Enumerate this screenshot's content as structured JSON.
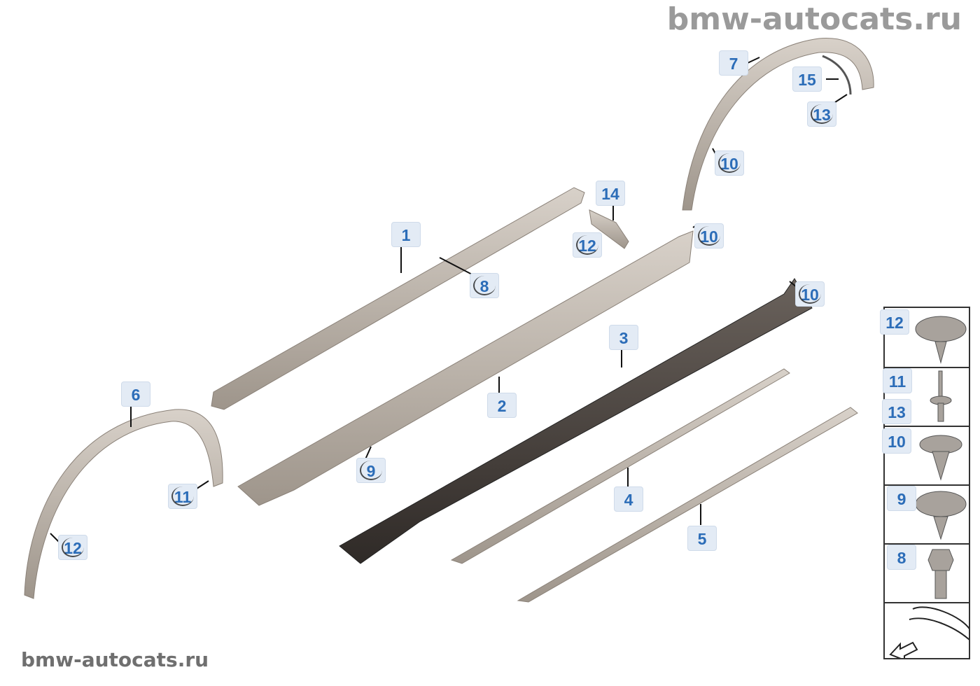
{
  "watermark_top": "bmw-autocats.ru",
  "watermark_bottom": "bmw-autocats.ru",
  "callouts": [
    "7",
    "15",
    "13",
    "10",
    "14",
    "1",
    "12",
    "10",
    "8",
    "10",
    "3",
    "2",
    "6",
    "9",
    "11",
    "4",
    "12",
    "5"
  ],
  "legend": [
    "12",
    "11",
    "13",
    "10",
    "9",
    "8"
  ],
  "colors": {
    "label_bg": "#e3ebf5",
    "label_text": "#2c6db8",
    "part_light": "#b9b0a6",
    "part_dark": "#4a433e"
  }
}
